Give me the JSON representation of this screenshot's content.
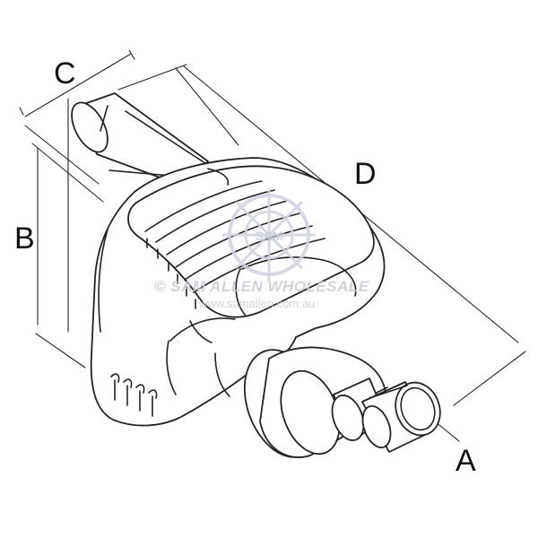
{
  "diagram": {
    "dimension_labels": {
      "a": "A",
      "b": "B",
      "c": "C",
      "d": "D"
    },
    "watermark": {
      "line1": "© SAM ALLEN WHOLESALE",
      "line2": "www.samallen.com.au",
      "logo_icon": "ship-wheel-icon",
      "logo_text": "SAM"
    },
    "colors": {
      "stroke": "#222222",
      "watermark": "#c9ccd6",
      "background": "#ffffff"
    }
  }
}
